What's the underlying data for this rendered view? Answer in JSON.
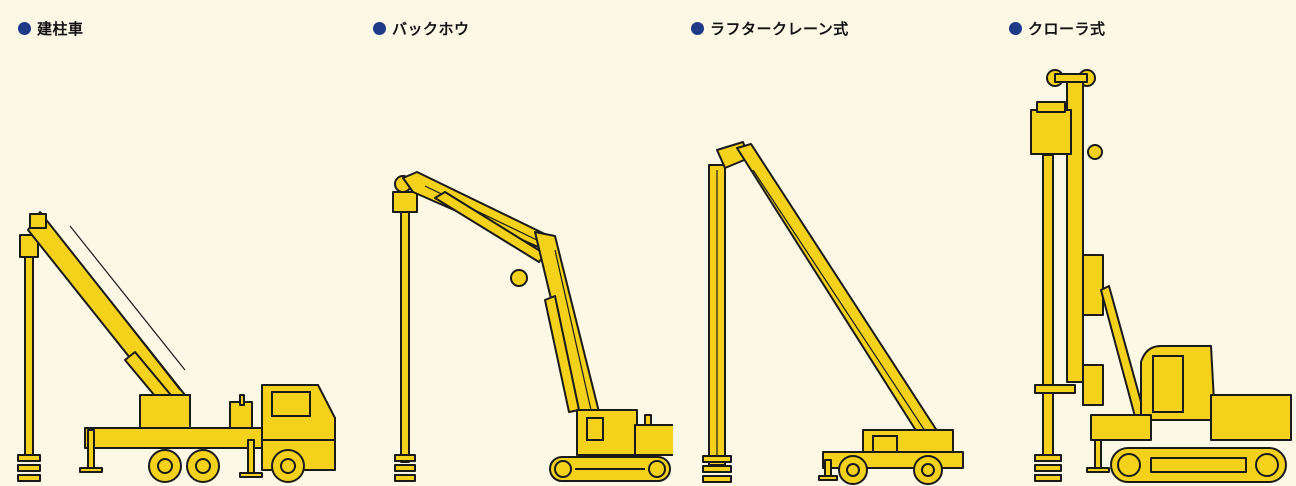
{
  "legend": {
    "bullet_color": "#1f3a86",
    "machine_color": "#f4d21c",
    "background_color": "#fbf8e6"
  },
  "panels": [
    {
      "id": "truck",
      "label": "建柱車"
    },
    {
      "id": "backhoe",
      "label": "バックホウ"
    },
    {
      "id": "rough-terrain-crane",
      "label": "ラフタークレーン式"
    },
    {
      "id": "crawler",
      "label": "クローラ式"
    }
  ]
}
